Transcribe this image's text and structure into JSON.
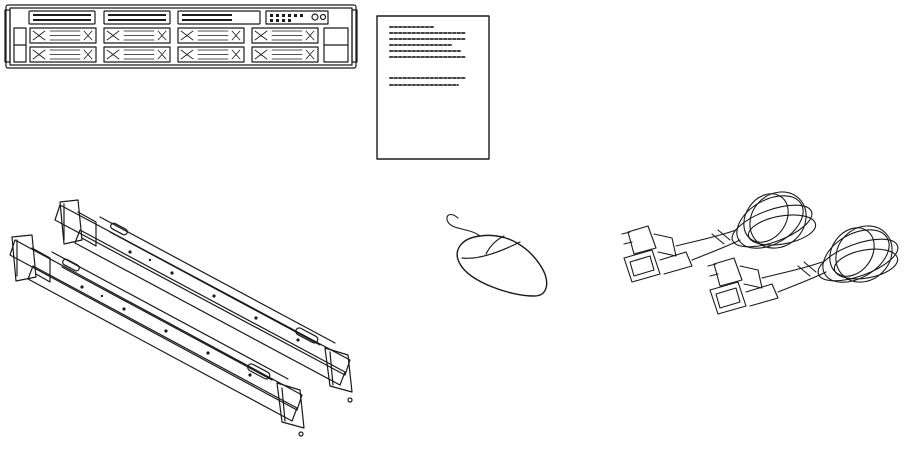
{
  "items": [
    {
      "id": "server-chassis",
      "icon": "server-chassis-icon"
    },
    {
      "id": "document",
      "icon": "document-icon"
    },
    {
      "id": "rail-kit",
      "icon": "rail-kit-icon"
    },
    {
      "id": "mouse",
      "icon": "mouse-icon"
    },
    {
      "id": "power-cords",
      "icon": "power-cord-icon"
    }
  ],
  "colors": {
    "line": "#1a1a1a",
    "background": "#ffffff"
  }
}
